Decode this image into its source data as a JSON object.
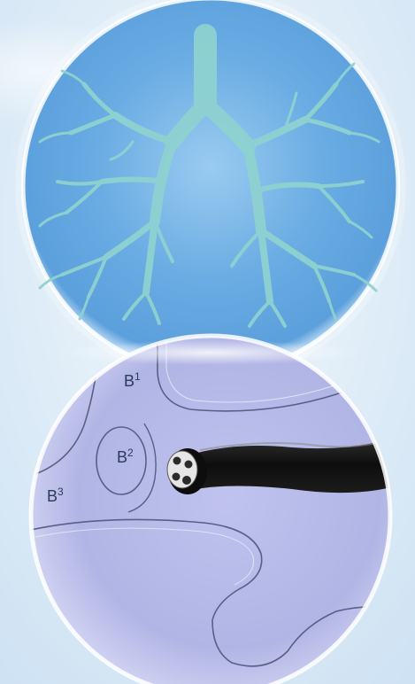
{
  "labels": {
    "b1": {
      "base": "B",
      "sup": "1"
    },
    "b2": {
      "base": "B",
      "sup": "2"
    },
    "b3": {
      "base": "B",
      "sup": "3"
    }
  },
  "colors": {
    "background": "#dfeef9",
    "upper_circle": "#5ea4e0",
    "bronchial_tree": "#8fd2d0",
    "lower_circle": "#b4b8e6",
    "airway_outline": "#5a5f86",
    "scope_body": "#1a1a1a"
  }
}
